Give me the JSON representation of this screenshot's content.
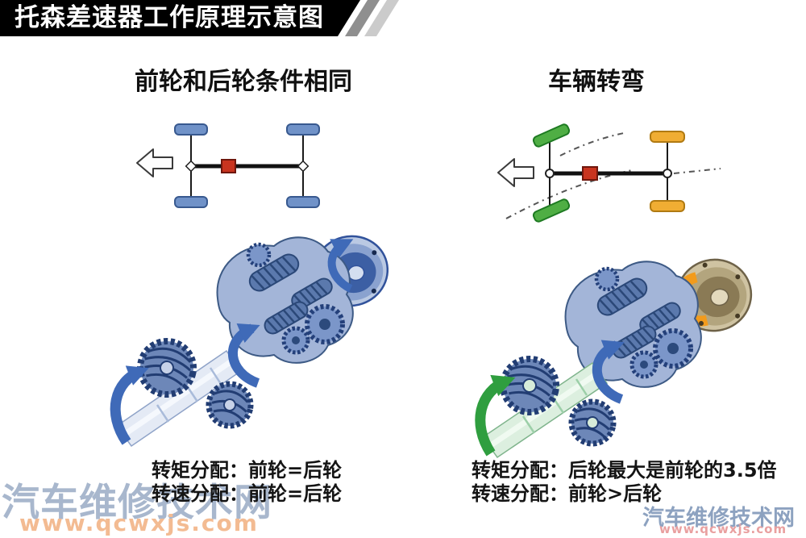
{
  "banner": {
    "title": "托森差速器工作原理示意图"
  },
  "panels": {
    "left": {
      "title": "前轮和后轮条件相同",
      "caption_torque": "转矩分配：前轮=后轮",
      "caption_speed": "转速分配：前轮=后轮"
    },
    "right": {
      "title": "车辆转弯",
      "caption_torque": "转矩分配：后轮最大是前轮的3.5倍",
      "caption_speed": "转速分配：前轮>后轮"
    }
  },
  "watermarks": {
    "bottom_left": {
      "site": "汽车维修技术网",
      "url": "www.qcwxjs.com"
    },
    "bottom_right": {
      "site": "汽车维修技术网",
      "url": "www.qcwxjs.com"
    }
  },
  "colors": {
    "banner_bg": "#000000",
    "straight_wheel_blue": "#7092c8",
    "turn_front_wheel_green": "#4fae44",
    "turn_rear_wheel_orange": "#f0ad33",
    "center_differential_red": "#c8341f",
    "rotation_arrow_blue": "#3f6ab8",
    "rotation_arrow_green": "#2f9e3f",
    "flange_arrow_orange": "#f29b1c",
    "gear_steel_blue": "#7b96c9",
    "watermark_blue": "#a8b7cd",
    "watermark_orange": "#f3bb92",
    "watermark_red": "#e9a0a0"
  }
}
